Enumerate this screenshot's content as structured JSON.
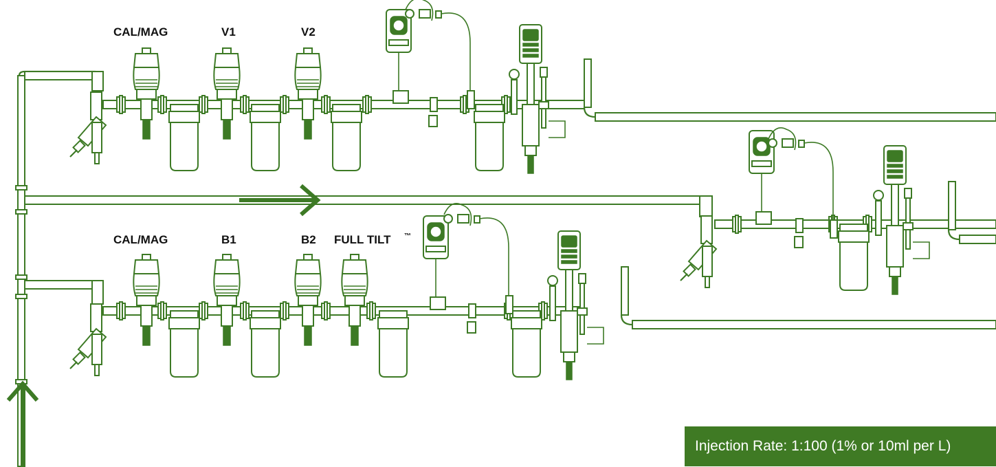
{
  "colors": {
    "line": "#3d7a25",
    "banner": "#3f7a24",
    "background": "#ffffff",
    "label": "#111111"
  },
  "row_top": {
    "labels": [
      "CAL/MAG",
      "V1",
      "V2"
    ]
  },
  "row_bottom": {
    "labels": [
      "CAL/MAG",
      "B1",
      "B2",
      "FULL TILT"
    ],
    "trademark": "™"
  },
  "banner": {
    "text": "Injection Rate: 1:100 (1% or 10ml per L)"
  },
  "icons": [
    "flow-arrow-up-icon",
    "flow-arrow-right-icon",
    "dosing-pump-icon",
    "filter-icon",
    "injector-icon",
    "controller-icon",
    "valve-icon"
  ]
}
